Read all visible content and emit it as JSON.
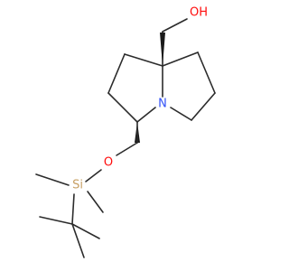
{
  "molecule": {
    "atoms": {
      "hydroxyl": {
        "label": "OH",
        "color": "#ff0d0d"
      },
      "ring_nitrogen": {
        "label": "N",
        "color": "#3050f8"
      },
      "ether_oxygen": {
        "label": "O",
        "color": "#ff0d0d"
      },
      "silicon": {
        "label": "Si",
        "color": "#c8a064"
      }
    },
    "bond_color": "#2b2b2b"
  }
}
